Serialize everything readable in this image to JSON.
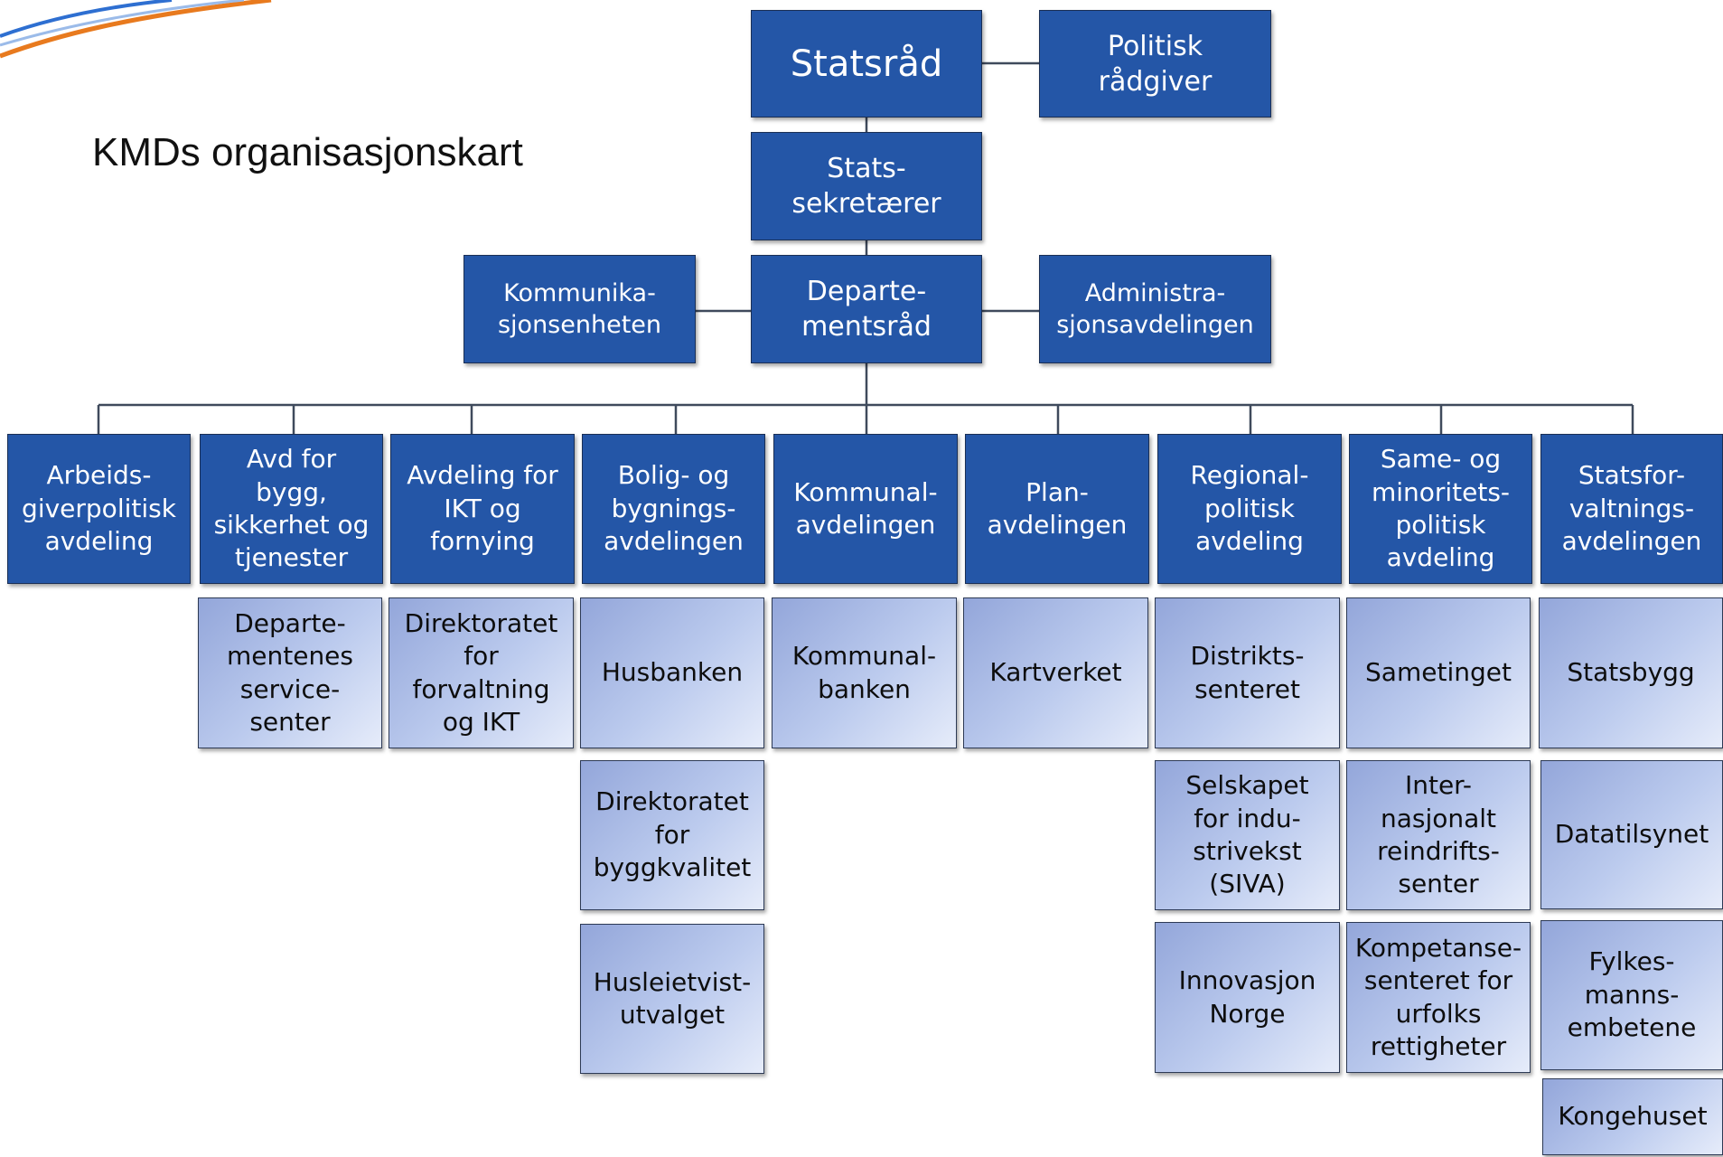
{
  "title": "KMDs organisasjonskart",
  "colors": {
    "box_blue": "#2456a7",
    "box_border": "#1a2f55",
    "agency_light": "#e6ecfa",
    "agency_dark": "#93a6da",
    "connector": "#3f4a5c",
    "swoosh_orange": "#e87a1e",
    "swoosh_blue": "#2e6fd1"
  },
  "top": {
    "statsrad": "Statsråd",
    "politisk_radgiver": "Politisk\nrådgiver",
    "statssekretaerer": "Stats-\nsekretærer",
    "kommunikasjon": "Kommunika-\nsjonsenheten",
    "departementsrad": "Departe-\nmentsråd",
    "administrasjon": "Administra-\nsjonsavdelingen"
  },
  "departments": [
    "Arbeids-\ngiverpolitisk\navdeling",
    "Avd for\nbygg,\nsikkerhet og\ntjenester",
    "Avdeling for\nIKT og\nfornying",
    "Bolig- og\nbygnings-\navdelingen",
    "Kommunal-\navdelingen",
    "Plan-\navdelingen",
    "Regional-\npolitisk\navdeling",
    "Same- og\nminoritets-\npolitisk\navdeling",
    "Statsfor-\nvaltnings-\navdelingen"
  ],
  "agencies": {
    "bygg_tjenester": [
      "Departe-\nmentenes\nservice-\nsenter"
    ],
    "ikt": [
      "Direktoratet\nfor\nforvaltning\nog IKT"
    ],
    "bolig": [
      "Husbanken",
      "Direktoratet\nfor\nbyggkvalitet",
      "Husleietvist-\nutvalget"
    ],
    "kommunal": [
      "Kommunal-\nbanken"
    ],
    "plan": [
      "Kartverket"
    ],
    "regional": [
      "Distrikts-\nsenteret",
      "Selskapet\nfor indu-\nstrivekst\n(SIVA)",
      "Innovasjon\nNorge"
    ],
    "same": [
      "Sametinget",
      "Inter-\nnasjonalt\nreindrifts-\nsenter",
      "Kompetanse-\nsenteret for\nurfolks\nrettigheter"
    ],
    "statsforvaltning": [
      "Statsbygg",
      "Datatilsynet",
      "Fylkes-\nmanns-\nembetene",
      "Kongehuset"
    ]
  }
}
